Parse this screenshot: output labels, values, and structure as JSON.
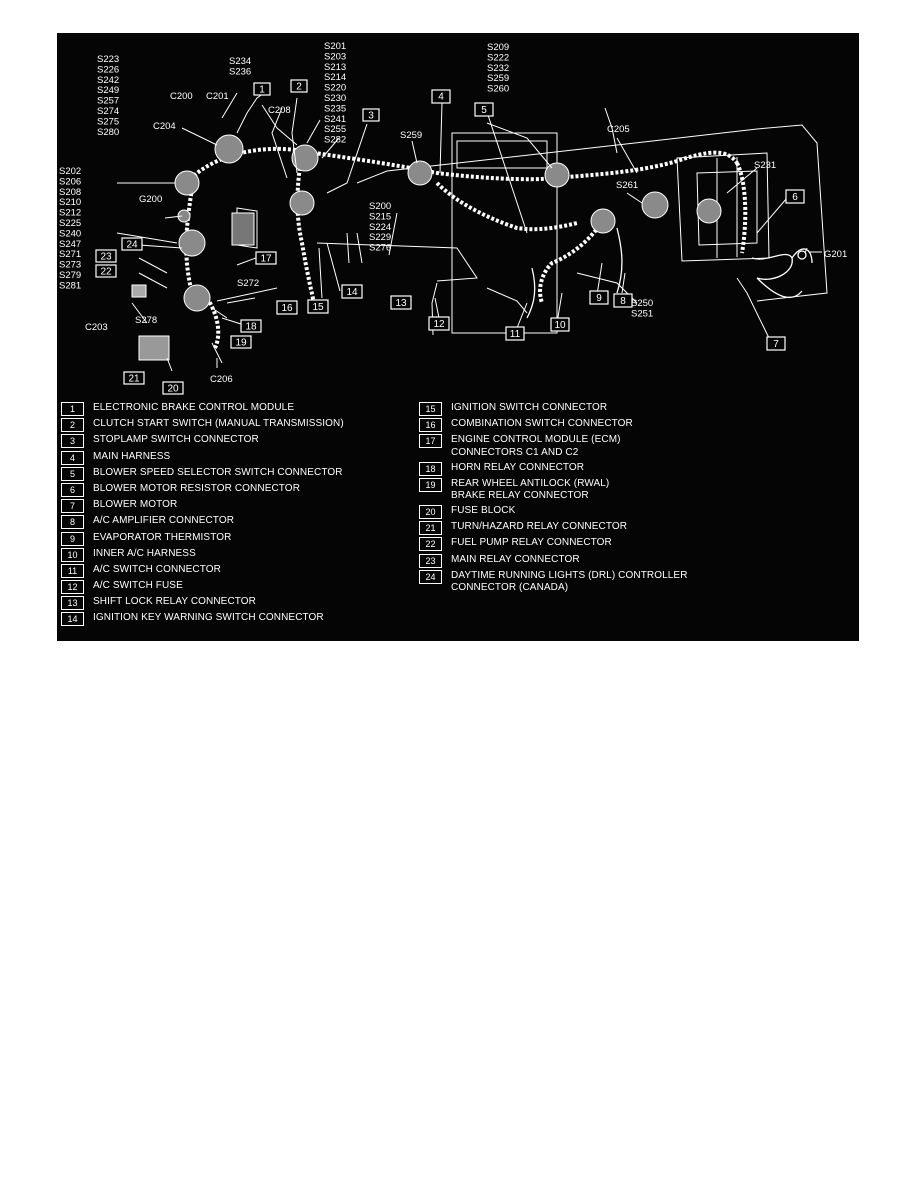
{
  "diagram": {
    "splice_groups": [
      {
        "id": "g-upper-left",
        "lines": [
          "S223",
          "S226",
          "S242",
          "S249",
          "S257",
          "S274",
          "S275",
          "S280"
        ]
      },
      {
        "id": "g-upper-center",
        "lines": [
          "S234",
          "S236"
        ]
      },
      {
        "id": "g-top-center",
        "lines": [
          "S201",
          "S203",
          "S213",
          "S214",
          "S220",
          "S230",
          "S235",
          "S241",
          "S255",
          "S282"
        ]
      },
      {
        "id": "g-top-right",
        "lines": [
          "S209",
          "S222",
          "S232",
          "S259",
          "S260"
        ]
      },
      {
        "id": "g-left",
        "lines": [
          "S202",
          "S206",
          "S208",
          "S210",
          "S212",
          "S225",
          "S240",
          "S247",
          "S271",
          "S273",
          "S279",
          "S281"
        ]
      },
      {
        "id": "g-mid",
        "lines": [
          "S200",
          "S215",
          "S224",
          "S229",
          "S276"
        ]
      },
      {
        "id": "g-lower-right",
        "lines": [
          "S250",
          "S251"
        ]
      }
    ],
    "labels": {
      "c200": "C200",
      "c201": "C201",
      "c204": "C204",
      "c208": "C208",
      "s259": "S259",
      "c205": "C205",
      "s261": "S261",
      "s231": "S231",
      "g200": "G200",
      "g201": "G201",
      "c203": "C203",
      "s272": "S272",
      "s278": "S278",
      "c206": "C206"
    },
    "numbered_boxes": [
      "1",
      "2",
      "3",
      "4",
      "5",
      "6",
      "7",
      "8",
      "9",
      "10",
      "11",
      "12",
      "13",
      "14",
      "15",
      "16",
      "17",
      "18",
      "19",
      "20",
      "21",
      "22",
      "23",
      "24"
    ]
  },
  "legend": {
    "left": [
      {
        "num": "1",
        "text": "ELECTRONIC BRAKE CONTROL MODULE"
      },
      {
        "num": "2",
        "text": "CLUTCH START SWITCH (MANUAL TRANSMISSION)"
      },
      {
        "num": "3",
        "text": "STOPLAMP SWITCH CONNECTOR"
      },
      {
        "num": "4",
        "text": "MAIN HARNESS"
      },
      {
        "num": "5",
        "text": "BLOWER SPEED SELECTOR SWITCH CONNECTOR"
      },
      {
        "num": "6",
        "text": "BLOWER MOTOR RESISTOR CONNECTOR"
      },
      {
        "num": "7",
        "text": "BLOWER MOTOR"
      },
      {
        "num": "8",
        "text": "A/C AMPLIFIER CONNECTOR"
      },
      {
        "num": "9",
        "text": "EVAPORATOR THERMISTOR"
      },
      {
        "num": "10",
        "text": "INNER A/C HARNESS"
      },
      {
        "num": "11",
        "text": "A/C SWITCH CONNECTOR"
      },
      {
        "num": "12",
        "text": "A/C SWITCH FUSE"
      },
      {
        "num": "13",
        "text": "SHIFT LOCK RELAY CONNECTOR"
      },
      {
        "num": "14",
        "text": "IGNITION KEY WARNING SWITCH CONNECTOR"
      }
    ],
    "right": [
      {
        "num": "15",
        "text": "IGNITION SWITCH CONNECTOR"
      },
      {
        "num": "16",
        "text": "COMBINATION SWITCH CONNECTOR"
      },
      {
        "num": "17",
        "text": "ENGINE CONTROL MODULE (ECM)\nCONNECTORS C1 AND C2"
      },
      {
        "num": "18",
        "text": "HORN RELAY CONNECTOR"
      },
      {
        "num": "19",
        "text": "REAR WHEEL ANTILOCK (RWAL)\nBRAKE RELAY CONNECTOR"
      },
      {
        "num": "20",
        "text": "FUSE BLOCK"
      },
      {
        "num": "21",
        "text": "TURN/HAZARD RELAY CONNECTOR"
      },
      {
        "num": "22",
        "text": "FUEL PUMP RELAY CONNECTOR"
      },
      {
        "num": "23",
        "text": "MAIN RELAY CONNECTOR"
      },
      {
        "num": "24",
        "text": "DAYTIME RUNNING LIGHTS (DRL) CONTROLLER\nCONNECTOR (CANADA)"
      }
    ]
  }
}
